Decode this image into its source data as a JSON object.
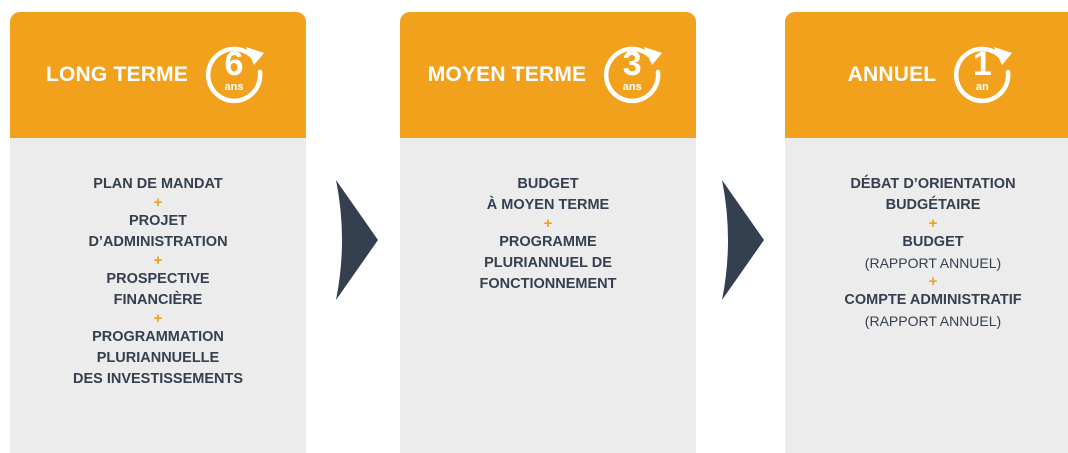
{
  "columns": [
    {
      "title": "LONG TERME",
      "badge_number": "6",
      "badge_unit": "ans",
      "items": [
        {
          "text": "PLAN DE MANDAT"
        },
        {
          "text": "PROJET\nD’ADMINISTRATION"
        },
        {
          "text": "PROSPECTIVE\nFINANCIÈRE"
        },
        {
          "text": "PROGRAMMATION\nPLURIANNUELLE\nDES INVESTISSEMENTS"
        }
      ]
    },
    {
      "title": "MOYEN TERME",
      "badge_number": "3",
      "badge_unit": "ans",
      "items": [
        {
          "text": "BUDGET\nÀ MOYEN TERME"
        },
        {
          "text": "PROGRAMME\nPLURIANNUEL DE\nFONCTIONNEMENT"
        }
      ]
    },
    {
      "title": "ANNUEL",
      "badge_number": "1",
      "badge_unit": "an",
      "items": [
        {
          "text": "DÉBAT D’ORIENTATION\nBUDGÉTAIRE"
        },
        {
          "text": "BUDGET",
          "note": "(RAPPORT ANNUEL)"
        },
        {
          "text": "COMPTE ADMINISTRATIF",
          "note": "(RAPPORT ANNUEL)"
        }
      ]
    }
  ],
  "separator": "+",
  "colors": {
    "header": "#f2a11d",
    "card": "#ececec",
    "text": "#34404f",
    "arrow": "#34404f",
    "plus": "#f2a11d"
  },
  "icons": {
    "badge": "cycle-arrow-icon",
    "connector": "chevron-right-icon"
  }
}
